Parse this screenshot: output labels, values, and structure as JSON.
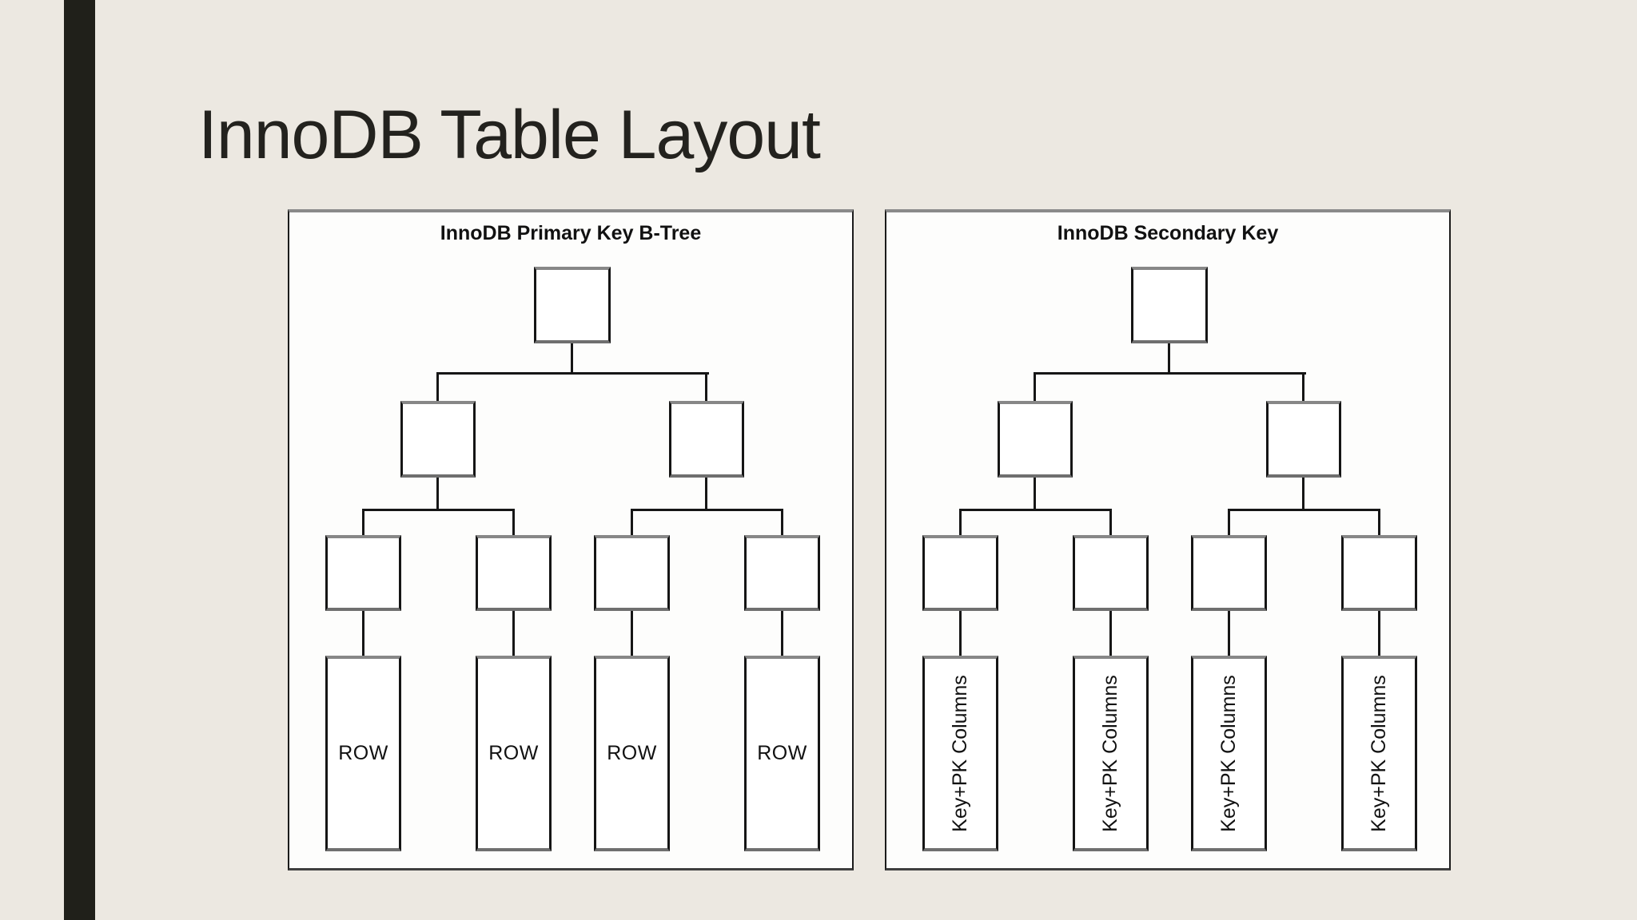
{
  "slide": {
    "title": "InnoDB Table Layout"
  },
  "colors": {
    "background": "#ECE8E1",
    "accent_bar": "#20201A",
    "panel_background": "#FDFDFC",
    "line": "#161616",
    "title_text": "#23221E"
  },
  "diagrams": {
    "primary": {
      "title": "InnoDB Primary Key B-Tree",
      "structure": {
        "root_nodes": 1,
        "internal_nodes": 2,
        "leaf_nodes": 4,
        "data_boxes": 4
      },
      "leaf_labels": [
        "ROW",
        "ROW",
        "ROW",
        "ROW"
      ]
    },
    "secondary": {
      "title": "InnoDB Secondary Key",
      "structure": {
        "root_nodes": 1,
        "internal_nodes": 2,
        "leaf_nodes": 4,
        "data_boxes": 4
      },
      "leaf_labels": [
        "Key+PK Columns",
        "Key+PK Columns",
        "Key+PK Columns",
        "Key+PK Columns"
      ]
    }
  }
}
